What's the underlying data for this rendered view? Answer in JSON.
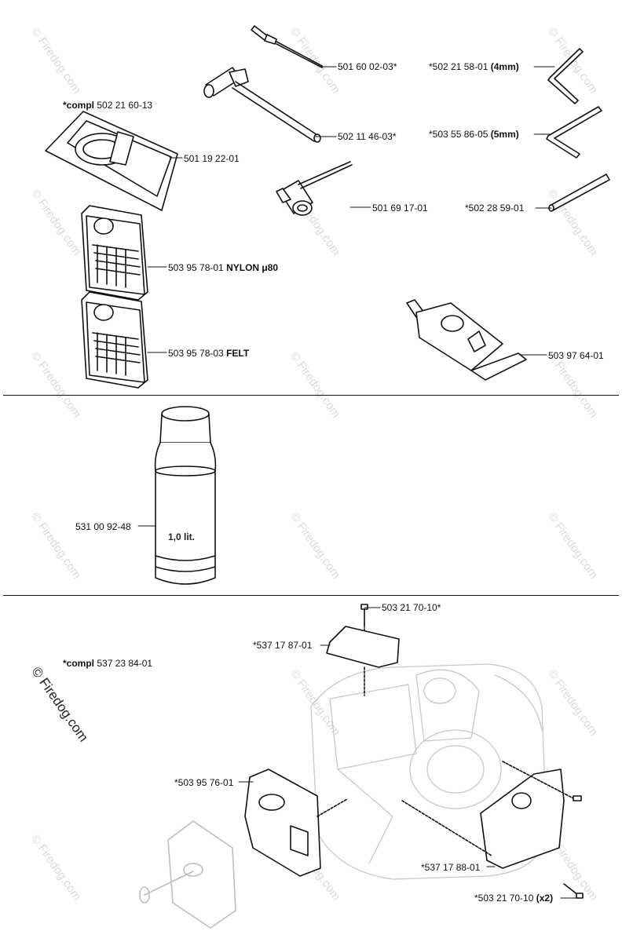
{
  "watermark": "© Firedog.com",
  "parts": {
    "p1": {
      "num": "501 60 02-03*",
      "bold": ""
    },
    "p2": {
      "num": "502 11 46-03*",
      "bold": ""
    },
    "p3": {
      "num": "501 69 17-01",
      "bold": ""
    },
    "p4": {
      "num": "*502 21 58-01",
      "bold": "(4mm)"
    },
    "p5": {
      "num": "*503 55 86-05",
      "bold": "(5mm)"
    },
    "p6": {
      "num": "*502 28 59-01",
      "bold": ""
    },
    "p7": {
      "num": "501 19 22-01",
      "bold": ""
    },
    "p8": {
      "num": "503 95 78-01",
      "bold": "NYLON μ80"
    },
    "p9": {
      "num": "503 95 78-03",
      "bold": "FELT"
    },
    "p10": {
      "num": "503 97 64-01",
      "bold": ""
    },
    "p11": {
      "num": "531 00 92-48",
      "bold": ""
    },
    "p12": {
      "num": "503 21 70-10*",
      "bold": ""
    },
    "p13": {
      "num": "*537 17 87-01",
      "bold": ""
    },
    "p14": {
      "num": "*503 95 76-01",
      "bold": ""
    },
    "p15": {
      "num": "*537 17 88-01",
      "bold": ""
    },
    "p16": {
      "num": "*503 21 70-10",
      "bold": "(x2)"
    }
  },
  "compl_top": {
    "prefix": "*compl",
    "num": "502 21 60-13"
  },
  "compl_bottom": {
    "prefix": "*compl",
    "num": "537 23 84-01"
  },
  "bottle_label": "1,0 lit."
}
